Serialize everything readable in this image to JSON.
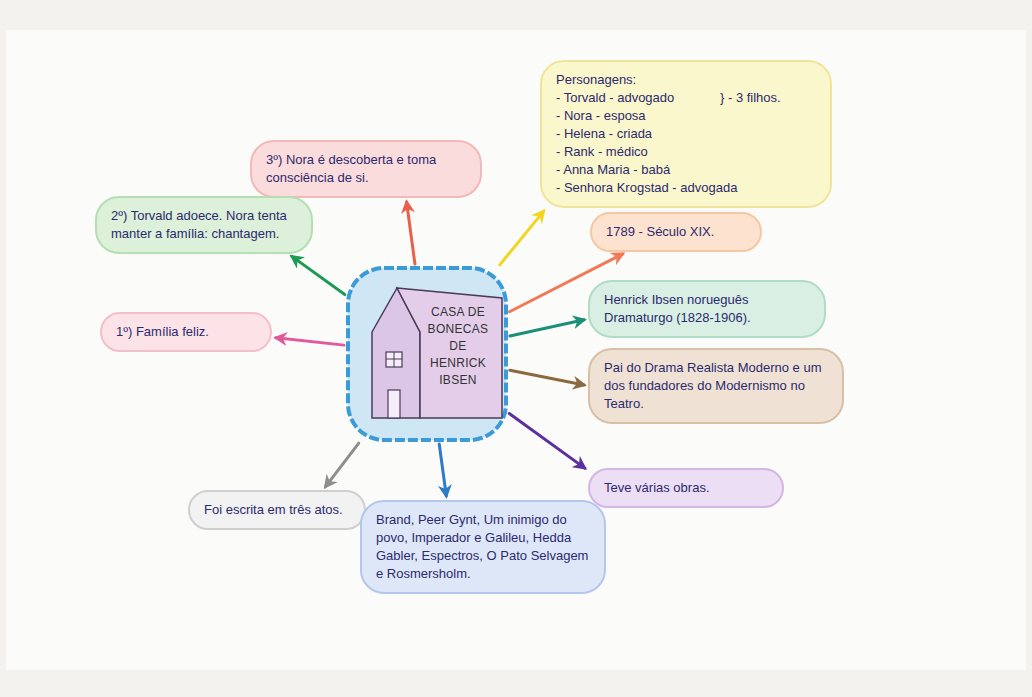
{
  "diagram": {
    "nodes": [
      {
        "text": [
          "CASA DE BONECAS DE HENRICK IBSEN"
        ]
      },
      {
        "text": [
          "Personagens:",
          "- Torvald - advogado",
          "- Nora - esposa",
          "- Helena - criada",
          "- Rank - médico",
          "- Anna Maria - babá",
          "- Senhora Krogstad - advogada",
          "} - 3 filhos."
        ]
      },
      {
        "text": [
          "3º) Nora é descoberta e toma consciência de si."
        ]
      },
      {
        "text": [
          "2º) Torvald adoece. Nora tenta manter a família: chantagem."
        ]
      },
      {
        "text": [
          "1789 - Século XIX."
        ]
      },
      {
        "text": [
          "Henrick Ibsen norueguês Dramaturgo (1828-1906)."
        ]
      },
      {
        "text": [
          "1º) Família feliz."
        ]
      },
      {
        "text": [
          "Pai do Drama Realista Moderno e um dos fundadores do Modernismo no Teatro."
        ]
      },
      {
        "text": [
          "Teve várias obras."
        ]
      },
      {
        "text": [
          "Foi escrita em três atos."
        ]
      },
      {
        "text": [
          "Brand, Peer Gynt, Um inimigo do povo, Imperador e Galileu, Hedda Gabler, Espectros, O Pato Selvagem e Rosmersholm."
        ]
      }
    ],
    "edges": [
      {
        "from": 0,
        "to": 1,
        "arrow": "to"
      },
      {
        "from": 0,
        "to": 2,
        "arrow": "to"
      },
      {
        "from": 0,
        "to": 3,
        "arrow": "to"
      },
      {
        "from": 0,
        "to": 4,
        "arrow": "to"
      },
      {
        "from": 0,
        "to": 5,
        "arrow": "to"
      },
      {
        "from": 0,
        "to": 6,
        "arrow": "to"
      },
      {
        "from": 0,
        "to": 7,
        "arrow": "to"
      },
      {
        "from": 0,
        "to": 8,
        "arrow": "to"
      },
      {
        "from": 0,
        "to": 9,
        "arrow": "to"
      },
      {
        "from": 0,
        "to": 10,
        "arrow": "to"
      }
    ]
  }
}
